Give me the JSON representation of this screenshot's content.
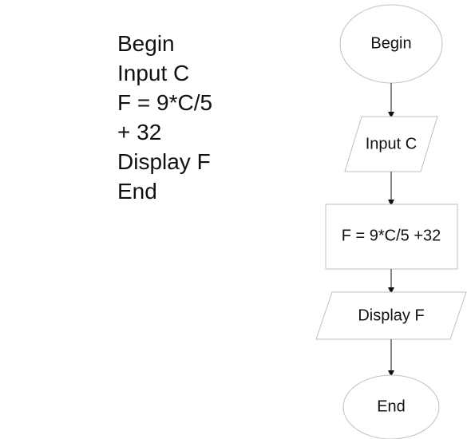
{
  "pseudocode": {
    "lines": [
      "Begin",
      "Input C",
      "F = 9*C/5",
      "+ 32",
      "Display F",
      "End"
    ]
  },
  "flowchart": {
    "nodes": [
      {
        "id": "begin",
        "shape": "ellipse",
        "label": "Begin"
      },
      {
        "id": "input",
        "shape": "parallelogram",
        "label": "Input C"
      },
      {
        "id": "process",
        "shape": "rectangle",
        "label": "F = 9*C/5 +32"
      },
      {
        "id": "display",
        "shape": "parallelogram",
        "label": "Display F"
      },
      {
        "id": "end",
        "shape": "ellipse",
        "label": "End"
      }
    ],
    "edges": [
      {
        "from": "begin",
        "to": "input"
      },
      {
        "from": "input",
        "to": "process"
      },
      {
        "from": "process",
        "to": "display"
      },
      {
        "from": "display",
        "to": "end"
      }
    ]
  }
}
